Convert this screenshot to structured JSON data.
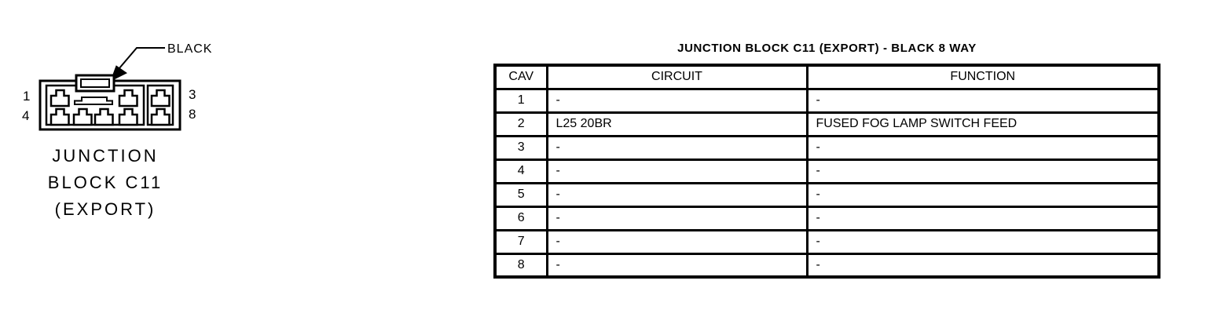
{
  "colors": {
    "ink": "#000000",
    "paper": "#ffffff"
  },
  "connector": {
    "color_label": "BLACK",
    "pin_labels": {
      "top_left": "1",
      "bottom_left": "4",
      "top_right": "3",
      "bottom_right": "8"
    },
    "caption_lines": {
      "0": "JUNCTION",
      "1": "BLOCK C11",
      "2": "(EXPORT)"
    }
  },
  "table": {
    "title": "JUNCTION BLOCK C11 (EXPORT) - BLACK 8 WAY",
    "columns": {
      "0": "CAV",
      "1": "CIRCUIT",
      "2": "FUNCTION"
    },
    "rows": [
      {
        "cav": "1",
        "circuit": "-",
        "function": "-"
      },
      {
        "cav": "2",
        "circuit": "L25 20BR",
        "function": "FUSED FOG LAMP SWITCH FEED"
      },
      {
        "cav": "3",
        "circuit": "-",
        "function": "-"
      },
      {
        "cav": "4",
        "circuit": "-",
        "function": "-"
      },
      {
        "cav": "5",
        "circuit": "-",
        "function": "-"
      },
      {
        "cav": "6",
        "circuit": "-",
        "function": "-"
      },
      {
        "cav": "7",
        "circuit": "-",
        "function": "-"
      },
      {
        "cav": "8",
        "circuit": "-",
        "function": "-"
      }
    ]
  }
}
